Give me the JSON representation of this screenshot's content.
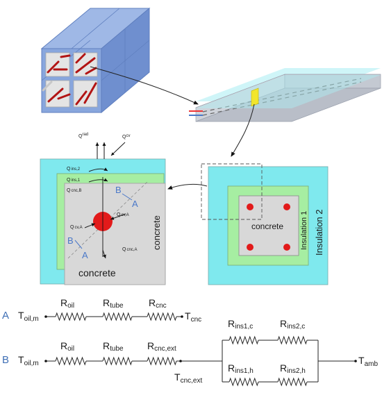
{
  "colors": {
    "cyan_insulation": "#7fe9ee",
    "green_insulation": "#a6eea2",
    "concrete": "#d8d8d8",
    "tube_red": "#e21a1a",
    "section_blue": "#4a78c8",
    "block_blue": "#7f9fd9",
    "row_label_blue": "#3f6fb5"
  },
  "icons": {
    "block_3d": "3d-storage-block-icon",
    "pipe_3d": "3d-pipe-module-icon"
  },
  "cross_section": {
    "heat_flows": {
      "q_rad": {
        "base": "Q",
        "sub": "rad"
      },
      "q_cv": {
        "base": "Q",
        "sub": "cv"
      },
      "q_ins2": {
        "base": "Q",
        "sub": "ins,2"
      },
      "q_ins1": {
        "base": "Q",
        "sub": "ins,1"
      },
      "q_cncB": {
        "base": "Q",
        "sub": "cnc,B"
      },
      "q_cvA_left": {
        "base": "Q",
        "sub": "cv,A"
      },
      "q_cvA_right": {
        "base": "Q",
        "sub": "cv,A"
      },
      "q_cncA": {
        "base": "Q",
        "sub": "cnc,A"
      }
    },
    "section_labels": {
      "b1": "B",
      "a1": "A",
      "b2": "B",
      "a2": "A"
    },
    "concrete_vertical": "concrete",
    "concrete_horizontal": "concrete"
  },
  "full_section": {
    "concrete": "concrete",
    "insulation1": "Insulation 1",
    "insulation2": "Insulation 2"
  },
  "circuit_a": {
    "row_label": "A",
    "t_oil": {
      "base": "T",
      "sub": "oil,m"
    },
    "r_oil": {
      "base": "R",
      "sub": "oil"
    },
    "r_tube": {
      "base": "R",
      "sub": "tube"
    },
    "r_cnc": {
      "base": "R",
      "sub": "cnc"
    },
    "t_cnc": {
      "base": "T",
      "sub": "cnc"
    }
  },
  "circuit_b": {
    "row_label": "B",
    "t_oil": {
      "base": "T",
      "sub": "oil,m"
    },
    "r_oil": {
      "base": "R",
      "sub": "oil"
    },
    "r_tube": {
      "base": "R",
      "sub": "tube"
    },
    "r_cnc_ext": {
      "base": "R",
      "sub": "cnc,ext"
    },
    "t_cnc_ext": {
      "base": "T",
      "sub": "cnc,ext"
    },
    "r_ins1_c": {
      "base": "R",
      "sub": "ins1,c"
    },
    "r_ins2_c": {
      "base": "R",
      "sub": "ins2,c"
    },
    "r_ins1_h": {
      "base": "R",
      "sub": "ins1,h"
    },
    "r_ins2_h": {
      "base": "R",
      "sub": "ins2,h"
    },
    "t_amb": {
      "base": "T",
      "sub": "amb"
    }
  }
}
